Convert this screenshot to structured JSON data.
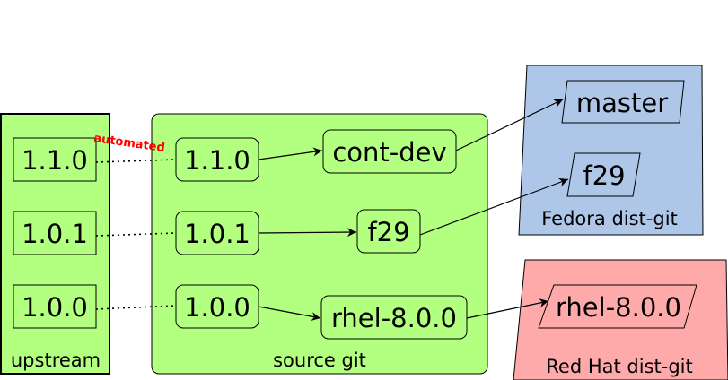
{
  "groups": {
    "upstream": {
      "label": "upstream",
      "fill": "#b3ff80"
    },
    "source_git": {
      "label": "source git",
      "fill": "#b3ff80"
    },
    "fedora": {
      "label": "Fedora dist-git",
      "fill": "#aec7e8"
    },
    "redhat": {
      "label": "Red Hat dist-git",
      "fill": "#ffaaaa"
    }
  },
  "upstream_versions": [
    "1.1.0",
    "1.0.1",
    "1.0.0"
  ],
  "source_versions": [
    "1.1.0",
    "1.0.1",
    "1.0.0"
  ],
  "source_branches": [
    "cont-dev",
    "f29",
    "rhel-8.0.0"
  ],
  "fedora_branches": [
    "master",
    "f29"
  ],
  "redhat_branches": [
    "rhel-8.0.0"
  ],
  "annotation": {
    "text": "automated",
    "color": "#ff0000"
  }
}
